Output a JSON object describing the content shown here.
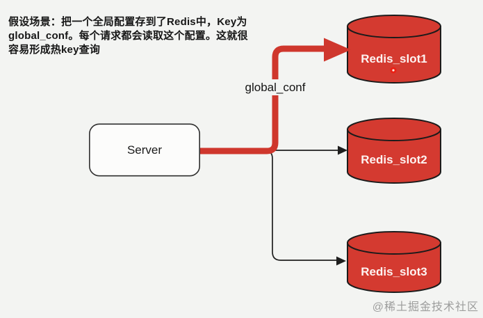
{
  "description": {
    "line1": "假设场景：把一个全局配置存到了Redis中，Key为",
    "line2": "global_conf。每个请求都会读取这个配置。这就很",
    "line3": "容易形成热key查询"
  },
  "server": {
    "label": "Server"
  },
  "edge": {
    "label": "global_conf"
  },
  "redis_nodes": [
    {
      "label": "Redis_slot1"
    },
    {
      "label": "Redis_slot2"
    },
    {
      "label": "Redis_slot3"
    }
  ],
  "watermark": {
    "text": "@稀土掘金技术社区"
  },
  "colors": {
    "redis_red": "#d43a30",
    "arrow_red": "#cf372d",
    "node_outline": "#1b1b1b",
    "black_arrow": "#1e1e1e",
    "background": "#f3f4f2",
    "server_fill": "#fcfcfb",
    "server_outline": "#2e2e2e",
    "watermark_gray": "#8e8e8e",
    "dot_red": "#ea2015"
  }
}
